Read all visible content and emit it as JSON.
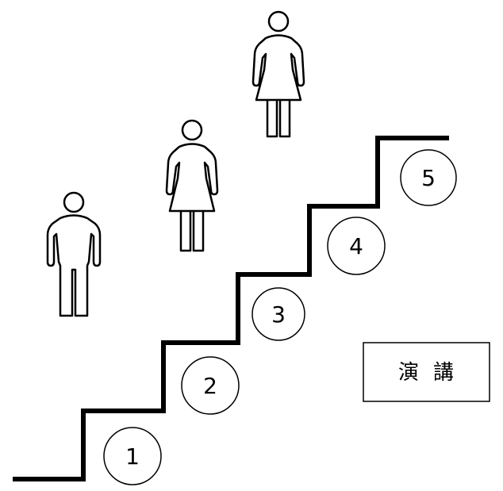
{
  "colors": {
    "stroke": "#000000",
    "background": "#ffffff"
  },
  "steps": [
    {
      "number": "1"
    },
    {
      "number": "2"
    },
    {
      "number": "3"
    },
    {
      "number": "4"
    },
    {
      "number": "5"
    }
  ],
  "figures": [
    {
      "icon": "man-icon"
    },
    {
      "icon": "woman-icon"
    },
    {
      "icon": "woman-icon"
    }
  ],
  "label": {
    "text": "演講"
  }
}
